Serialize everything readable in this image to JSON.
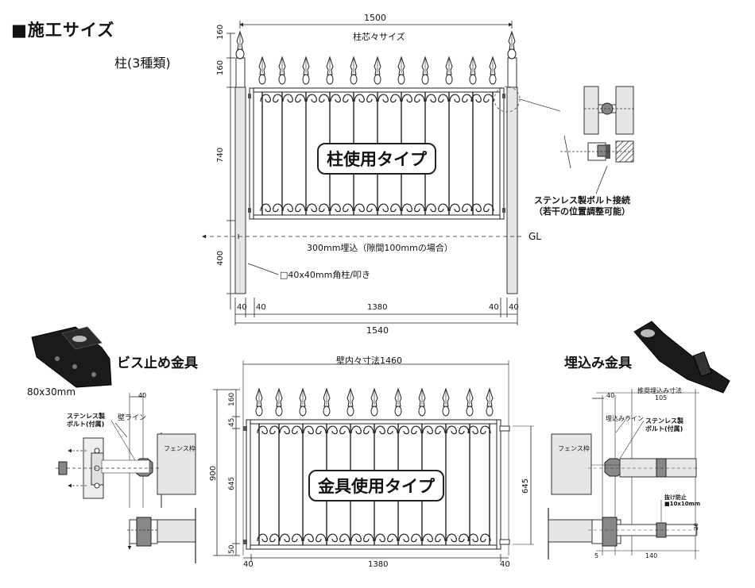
{
  "title": "■施工サイズ",
  "subtitle": "柱(3種類)",
  "top": {
    "dim_width": "1500",
    "dim_width_label": "柱芯々サイズ",
    "dim_left": [
      "160",
      "160",
      "740",
      "400"
    ],
    "type_label": "柱使用タイプ",
    "embed_label": "300mm埋込（隙間100mmの場合）",
    "gl_label": "GL",
    "post_label": "□40x40mm角柱/叩き",
    "bottom_dims": [
      "40",
      "40",
      "1380",
      "40",
      "40"
    ],
    "total_width": "1540",
    "bolt_label_1": "ステンレス製ボルト接続",
    "bolt_label_2": "（若干の位置調整可能）"
  },
  "left_detail": {
    "title": "ビス止め金具",
    "size": "80x30mm",
    "dim_40": "40",
    "bolt_label_1": "ステンレス製",
    "bolt_label_2": "ボルト(付属)",
    "wall_line": "壁ライン",
    "frame_label": "フェンス枠"
  },
  "bottom": {
    "dim_width": "壁内々寸法1460",
    "dim_left": [
      "160",
      "45",
      "645",
      "50"
    ],
    "dim_total_left": "900",
    "dim_right": "645",
    "type_label": "金具使用タイプ",
    "bottom_dims": [
      "40",
      "1380",
      "40"
    ]
  },
  "right_detail": {
    "title": "埋込み金具",
    "dim_40": "40",
    "embed_dim_label": "推奨埋込み寸法",
    "embed_dim": "105",
    "embed_line": "埋込みライン",
    "bolt_label_1": "ステンレス製",
    "bolt_label_2": "ボルト(付属)",
    "frame_label": "フェンス枠",
    "stop_label_1": "抜け防止",
    "stop_label_2": "■10x10mm",
    "dim_5": "5",
    "dim_140": "140",
    "dim_26": "26"
  }
}
